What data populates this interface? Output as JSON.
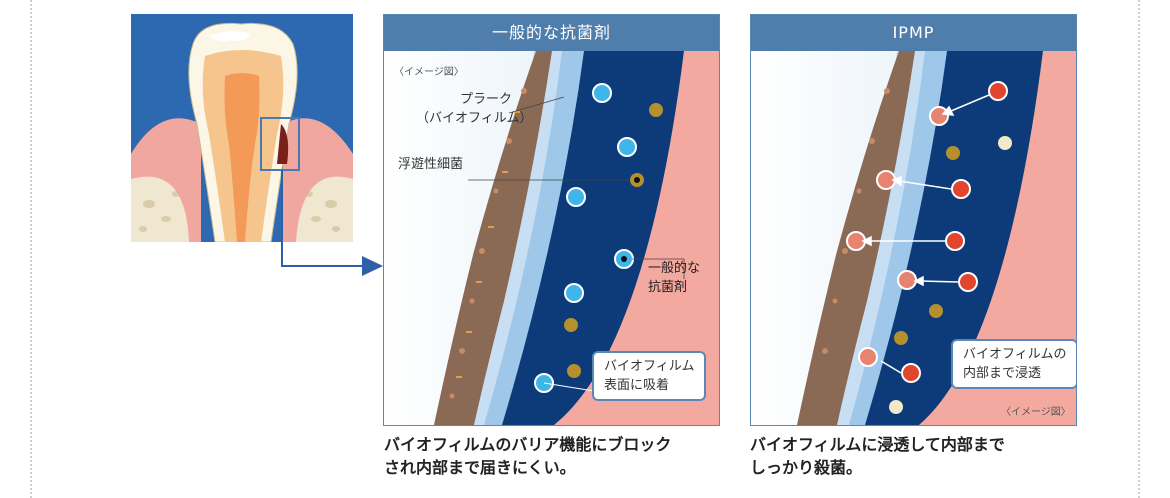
{
  "panels": {
    "general": {
      "title": "一般的な抗菌剤",
      "image_note": "〈イメージ図〉",
      "labels": {
        "plaque_line1": "プラーク",
        "plaque_line2": "（バイオフィルム）",
        "floating_bacteria": "浮遊性細菌",
        "antibacterial_line1": "一般的な",
        "antibacterial_line2": "抗菌剤"
      },
      "callout_line1": "バイオフィルム",
      "callout_line2": "表面に吸着",
      "caption_line1": "バイオフィルムのバリア機能にブロック",
      "caption_line2": "され内部まで届きにくい。"
    },
    "ipmp": {
      "title": "IPMP",
      "image_note": "〈イメージ図〉",
      "callout_line1": "バイオフィルムの",
      "callout_line2": "内部まで浸透",
      "caption_line1": "バイオフィルムに浸透して内部まで",
      "caption_line2": "しっかり殺菌。"
    }
  },
  "colors": {
    "header_blue": "#4f7ead",
    "saliva_navy": "#0d3a78",
    "gum_pink": "#f4a9a0",
    "biofilm_brown": "#8b6a55",
    "agent_cyan": "#3fb6ea",
    "ipmp_red": "#e2452e",
    "arrow_blue": "#2f5fa8"
  }
}
